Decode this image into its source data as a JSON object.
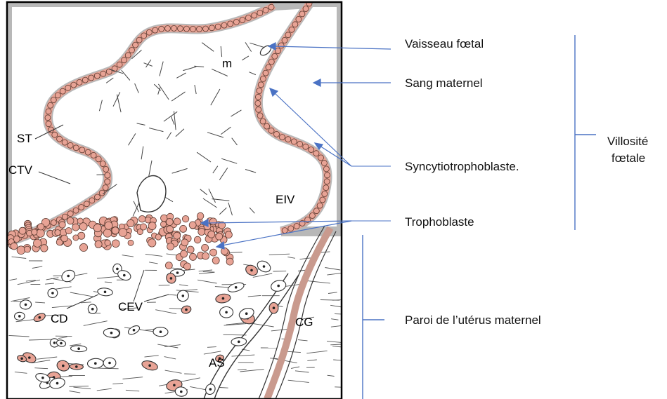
{
  "colors": {
    "cell_fill": "#e8a395",
    "cell_stroke": "#5a3a30",
    "syncytium": "#b8b8b8",
    "arrow": "#4a72c4",
    "bracket": "#4a72c4"
  },
  "image_labels": {
    "m": "m",
    "st": "ST",
    "ctv": "CTV",
    "eiv": "EIV",
    "cev": "CEV",
    "cd": "CD",
    "cg": "CG",
    "as": "AS"
  },
  "annotations": {
    "vaisseau": "Vaisseau fœtal",
    "sang": "Sang maternel",
    "syncytio": "Syncytiotrophoblaste.",
    "tropho": "Trophoblaste",
    "paroi": "Paroi de l’utérus maternel"
  },
  "bracket_label": {
    "line1": "Villosité",
    "line2": "fœtale"
  }
}
